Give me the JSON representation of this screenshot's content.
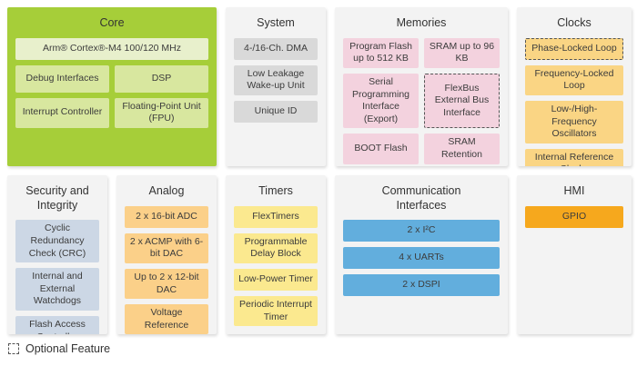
{
  "diagram": {
    "kind": "microcontroller-block-diagram",
    "legend": {
      "label": "Optional Feature"
    },
    "optional_blocks": [
      "FlexBus External Bus Interface",
      "Phase-Locked Loop"
    ],
    "colors": {
      "core_panel": "#a6ce39",
      "core_block": "#d8e79f",
      "core_block_light": "#e8f0cc",
      "panel_bg": "#f3f3f3",
      "system_block": "#d9d9d9",
      "memories_block": "#f3d2de",
      "clocks_block": "#fad584",
      "security_block": "#ccd7e5",
      "analog_block": "#fbd089",
      "timers_block": "#fbe98f",
      "comm_block": "#62aedd",
      "hmi_block": "#f6a81d"
    }
  },
  "sections": {
    "core": {
      "title": "Core",
      "blocks": [
        "Arm® Cortex®-M4 100/120 MHz",
        "Debug Interfaces",
        "DSP",
        "Interrupt Controller",
        "Floating-Point Unit (FPU)"
      ]
    },
    "system": {
      "title": "System",
      "blocks": [
        "4-/16-Ch. DMA",
        "Low Leakage Wake-up Unit",
        "Unique ID"
      ]
    },
    "memories": {
      "title": "Memories",
      "blocks": [
        "Program Flash up to 512 KB",
        "SRAM up to 96 KB",
        "Serial Programming Interface (Export)",
        "FlexBus External Bus Interface",
        "BOOT Flash",
        "SRAM Retention"
      ]
    },
    "clocks": {
      "title": "Clocks",
      "blocks": [
        "Phase-Locked Loop",
        "Frequency-Locked Loop",
        "Low-/High-Frequency Oscillators",
        "Internal Reference Clocks"
      ]
    },
    "security": {
      "title": "Security and Integrity",
      "blocks": [
        "Cyclic Redundancy Check (CRC)",
        "Internal and External Watchdogs",
        "Flash Access Controller"
      ]
    },
    "analog": {
      "title": "Analog",
      "blocks": [
        "2 x 16-bit ADC",
        "2 x ACMP with 6-bit DAC",
        "Up to 2 x 12-bit DAC",
        "Voltage Reference"
      ]
    },
    "timers": {
      "title": "Timers",
      "blocks": [
        "FlexTimers",
        "Programmable Delay Block",
        "Low-Power Timer",
        "Periodic Interrupt Timer"
      ]
    },
    "comm": {
      "title": "Communication Interfaces",
      "blocks": [
        "2 x I²C",
        "4 x UARTs",
        "2 x DSPI"
      ]
    },
    "hmi": {
      "title": "HMI",
      "blocks": [
        "GPIO"
      ]
    }
  }
}
